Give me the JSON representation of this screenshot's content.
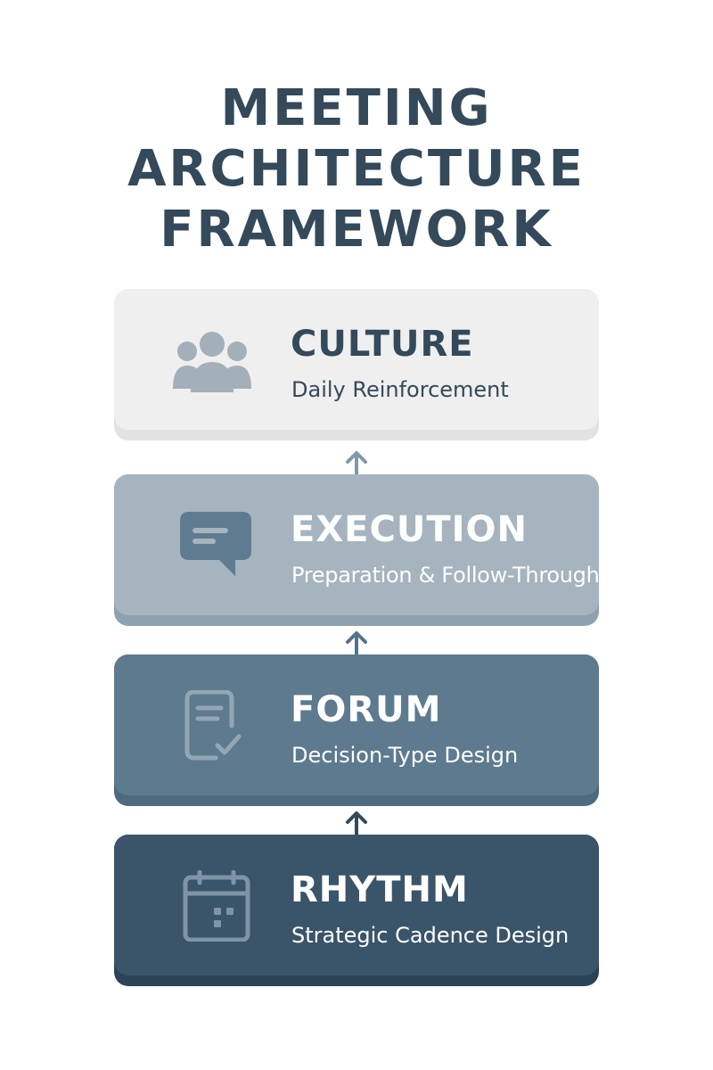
{
  "title": {
    "line1": "MEETING",
    "line2": "ARCHITECTURE",
    "line3": "FRAMEWORK"
  },
  "layers": [
    {
      "name": "CULTURE",
      "subtitle": "Daily Reinforcement",
      "icon": "people-group-icon",
      "color": "#efefef"
    },
    {
      "name": "EXECUTION",
      "subtitle": "Preparation & Follow-Through",
      "icon": "chat-bubble-icon",
      "color": "#a5b4be"
    },
    {
      "name": "FORUM",
      "subtitle": "Decision-Type Design",
      "icon": "document-check-icon",
      "color": "#5e7a8f"
    },
    {
      "name": "RHYTHM",
      "subtitle": "Strategic Cadence Design",
      "icon": "calendar-icon",
      "color": "#3a546a"
    }
  ],
  "connectors": [
    "arrow-up-icon",
    "arrow-up-icon",
    "arrow-up-icon"
  ],
  "colors": {
    "title": "#34495a",
    "arrow": "#6f8899"
  }
}
